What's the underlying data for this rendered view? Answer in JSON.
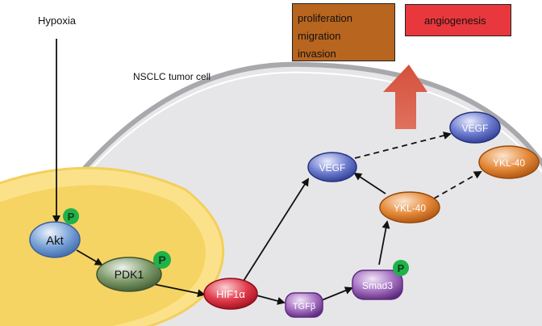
{
  "labels": {
    "stimulus": "Hypoxia",
    "cell": "NSCLC tumor cell"
  },
  "outcomes": {
    "cell_effects": [
      "proliferation",
      "migration",
      "invasion"
    ],
    "vascular_effect": "angiogenesis"
  },
  "nodes": {
    "akt": "Akt",
    "pdk1": "PDK1",
    "hif1a": "HIF1α",
    "tgfb": "TGFβ",
    "smad3": "Smad3",
    "vegf_inner": "VEGF",
    "ykl40_inner": "YKL-40",
    "vegf_outer": "VEGF",
    "ykl40_outer": "YKL-40"
  },
  "phospho_label": "P",
  "colors": {
    "cell_fill": "#e6e6e8",
    "mito_outer": "#fbe28a",
    "mito_inner": "#f5d05c",
    "blue_node": "#3b4aa8",
    "green_node": "#4a6a3a",
    "red_node": "#c8162a",
    "purple_node": "#7a3d9a",
    "orange_node": "#d9751f",
    "phospho": "#20b24a",
    "prolif_box": "#b8651f",
    "angio_box": "#e8383d",
    "up_arrow": "#dc5a4a"
  }
}
